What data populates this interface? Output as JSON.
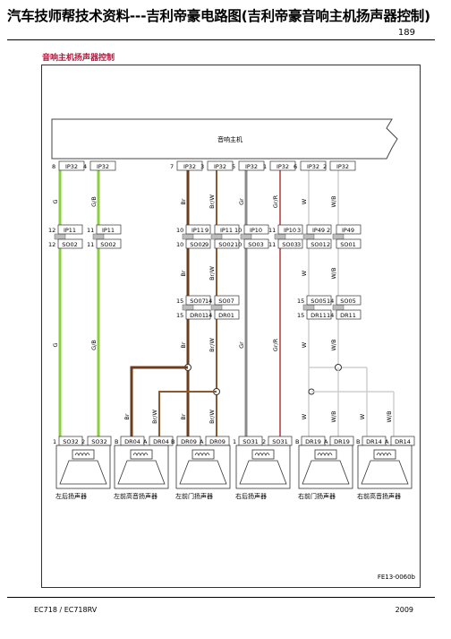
{
  "header": {
    "title": "汽车技师帮技术资料---吉利帝豪电路图(吉利帝豪音响主机扬声器控制)",
    "page_number": "189",
    "section_title": "音响主机扬声器控制"
  },
  "footer": {
    "model": "EC718 / EC718RV",
    "year": "2009",
    "figure_code": "FE13-0060b"
  },
  "head_unit": {
    "label": "音响主机"
  },
  "colors": {
    "G": "#8bcf3f",
    "G/B": "#8bcf3f",
    "Br": "#6b3d1d",
    "Br/W": "#8a5a2e",
    "Gr": "#8a8a8a",
    "Gr/R": "#c46a6a",
    "W": "#cfcfcf",
    "W/B": "#cfcfcf"
  },
  "top_pins": [
    {
      "pin": "8",
      "conn": "IP32"
    },
    {
      "pin": "4",
      "conn": "IP32"
    },
    {
      "pin": "7",
      "conn": "IP32"
    },
    {
      "pin": "3",
      "conn": "IP32"
    },
    {
      "pin": "5",
      "conn": "IP32"
    },
    {
      "pin": "1",
      "conn": "IP32"
    },
    {
      "pin": "6",
      "conn": "IP32"
    },
    {
      "pin": "2",
      "conn": "IP32"
    }
  ],
  "wire_colors_top": [
    "G",
    "G/B",
    "Br",
    "Br/W",
    "Gr",
    "Gr/R",
    "W",
    "W/B"
  ],
  "ip_connectors": [
    {
      "pin": "12",
      "conn": "IP11"
    },
    {
      "pin": "11",
      "conn": "IP11"
    },
    {
      "pin": "10",
      "conn": "IP11"
    },
    {
      "pin": "9",
      "conn": "IP11"
    },
    {
      "pin": "10",
      "conn": "IP10"
    },
    {
      "pin": "11",
      "conn": "IP10"
    },
    {
      "pin": "3",
      "conn": "IP49"
    },
    {
      "pin": "2",
      "conn": "IP49"
    }
  ],
  "so_connectors": [
    {
      "pin": "12",
      "conn": "SO02"
    },
    {
      "pin": "11",
      "conn": "SO02"
    },
    {
      "pin": "10",
      "conn": "SO02"
    },
    {
      "pin": "9",
      "conn": "SO02"
    },
    {
      "pin": "10",
      "conn": "SO03"
    },
    {
      "pin": "11",
      "conn": "SO03"
    },
    {
      "pin": "3",
      "conn": "SO01"
    },
    {
      "pin": "2",
      "conn": "SO01"
    }
  ],
  "wire_colors_mid": [
    "Br",
    "Br/W",
    "W",
    "W/B"
  ],
  "so_lower": [
    {
      "pin": "15",
      "conn": "SO07"
    },
    {
      "pin": "14",
      "conn": "SO07"
    },
    {
      "pin": "15",
      "conn": "SO05"
    },
    {
      "pin": "14",
      "conn": "SO05"
    }
  ],
  "dr_connectors": [
    {
      "pin": "15",
      "conn": "DR01"
    },
    {
      "pin": "14",
      "conn": "DR01"
    },
    {
      "pin": "15",
      "conn": "DR11"
    },
    {
      "pin": "14",
      "conn": "DR11"
    }
  ],
  "wire_colors_lower": [
    "G",
    "G/B",
    "Br",
    "Br/W",
    "Gr",
    "Gr/R",
    "W",
    "W/B"
  ],
  "wire_colors_branch": [
    "Br",
    "Br/W",
    "Br",
    "Br/W",
    "W",
    "W/B",
    "W",
    "W/B"
  ],
  "speaker_pins": [
    {
      "pin": "1",
      "conn": "SO32"
    },
    {
      "pin": "2",
      "conn": "SO32"
    },
    {
      "pin": "B",
      "conn": "DR04"
    },
    {
      "pin": "A",
      "conn": "DR04"
    },
    {
      "pin": "B",
      "conn": "DR09"
    },
    {
      "pin": "A",
      "conn": "DR09"
    },
    {
      "pin": "1",
      "conn": "SO31"
    },
    {
      "pin": "2",
      "conn": "SO31"
    },
    {
      "pin": "B",
      "conn": "DR19"
    },
    {
      "pin": "A",
      "conn": "DR19"
    },
    {
      "pin": "B",
      "conn": "DR14"
    },
    {
      "pin": "A",
      "conn": "DR14"
    }
  ],
  "speakers": [
    {
      "label": "左后扬声器"
    },
    {
      "label": "左前高音扬声器"
    },
    {
      "label": "左前门扬声器"
    },
    {
      "label": "右后扬声器"
    },
    {
      "label": "右前门扬声器"
    },
    {
      "label": "右前高音扬声器"
    }
  ]
}
